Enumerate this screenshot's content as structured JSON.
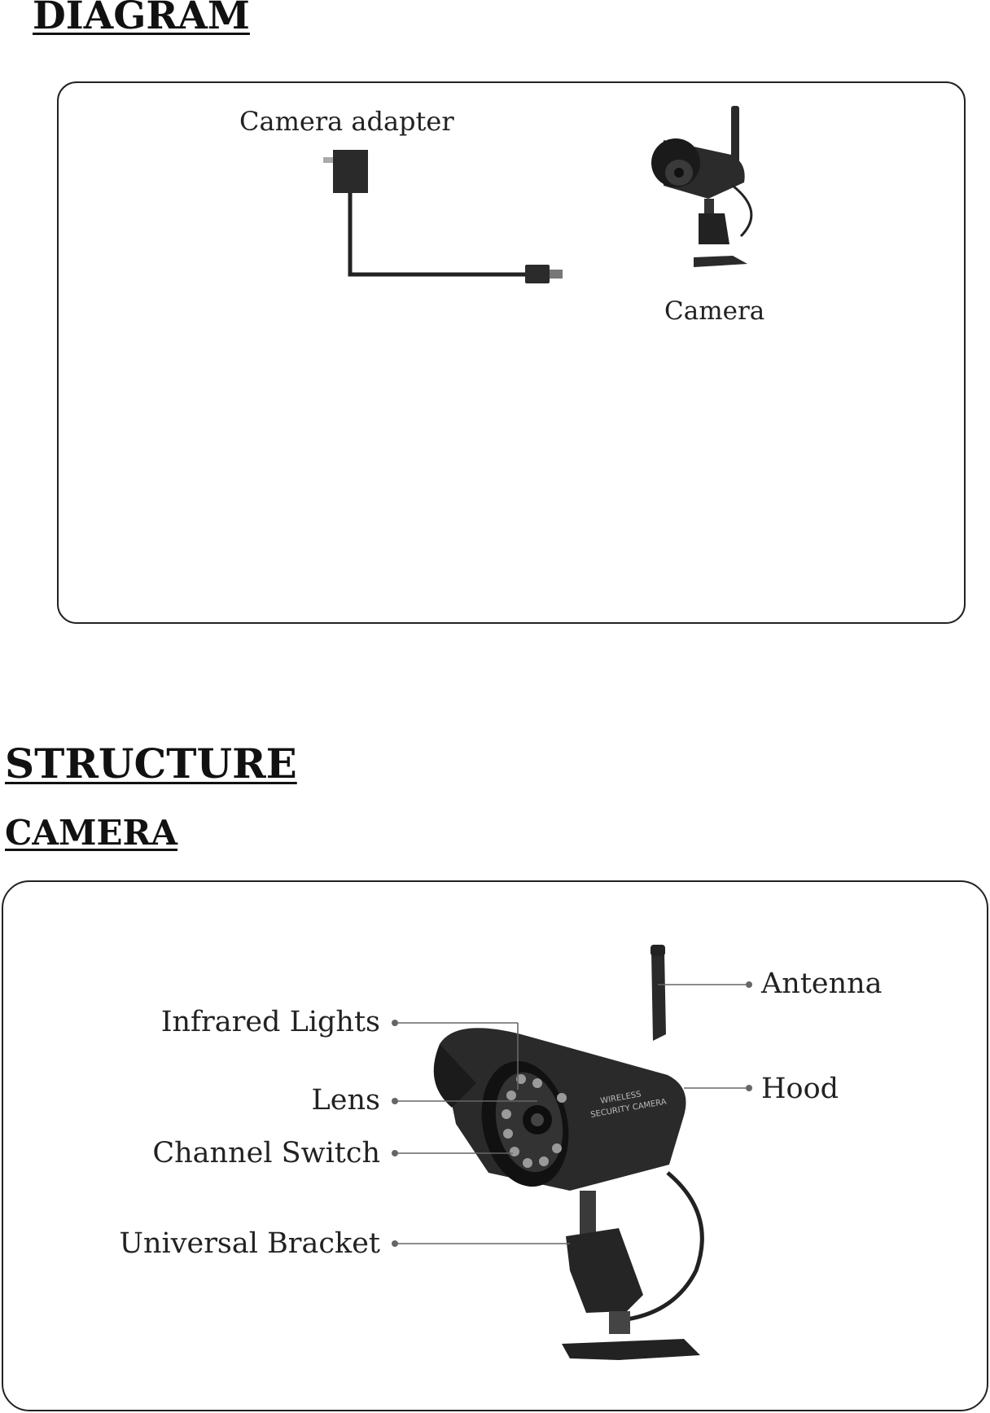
{
  "headings": {
    "diagram": "DIAGRAM",
    "structure": "STRUCTURE",
    "camera": "CAMERA"
  },
  "diagram": {
    "adapter_label": "Camera adapter",
    "camera_label": "Camera"
  },
  "structure": {
    "callouts": {
      "antenna": "Antenna",
      "infrared_lights": "Infrared Lights",
      "hood": "Hood",
      "lens": "Lens",
      "channel_switch": "Channel Switch",
      "universal_bracket": "Universal Bracket"
    },
    "camera_print_line1": "WIRELESS",
    "camera_print_line2": "SECURITY CAMERA"
  }
}
